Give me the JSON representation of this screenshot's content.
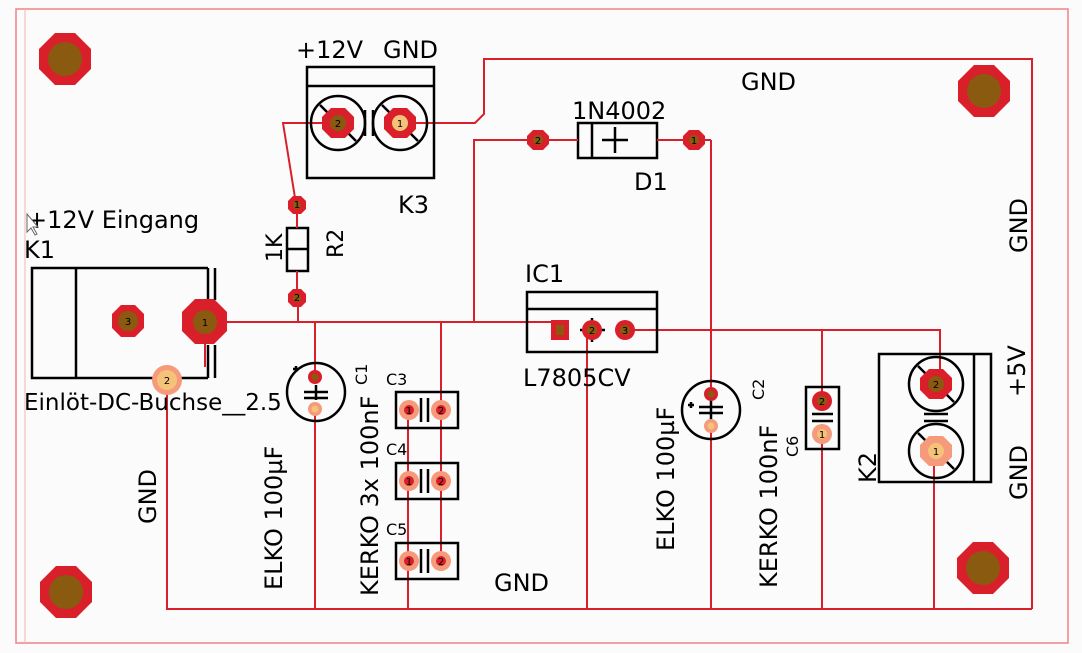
{
  "colors": {
    "trace": "#d9202a",
    "pad": "#d9202a",
    "hole": "#8a5a10",
    "selected_pad": "#f5c27a",
    "symbol": "#000000",
    "outline": "#f08a8a",
    "background": "#fbfbfb"
  },
  "labels": {
    "k3_plus12": "+12V",
    "k3_gnd": "GND",
    "k3_name": "K3",
    "gnd_top": "GND",
    "d1_value": "1N4002",
    "d1_name": "D1",
    "r2_value": "1K",
    "r2_name": "R2",
    "input_title": "+12V Eingang",
    "k1_name": "K1",
    "k1_value": "Einlöt-DC-Buchse__2.5",
    "ic1_name": "IC1",
    "ic1_value": "L7805CV",
    "c1_name": "C1",
    "c2_name": "C2",
    "c3_name": "C3",
    "c4_name": "C4",
    "c5_name": "C5",
    "c6_name": "C6",
    "elko_left": "ELKO 100µF",
    "kerko_3x": "KERKO 3x 100nF",
    "elko_right": "ELKO 100µF",
    "kerko_right": "KERKO 100nF",
    "gnd_left": "GND",
    "gnd_bottom": "GND",
    "gnd_right_top": "GND",
    "gnd_right_bottom": "GND",
    "plus5": "+5V",
    "k2_name": "K2"
  },
  "pads": {
    "p1": "1",
    "p2": "2",
    "p3": "3"
  }
}
